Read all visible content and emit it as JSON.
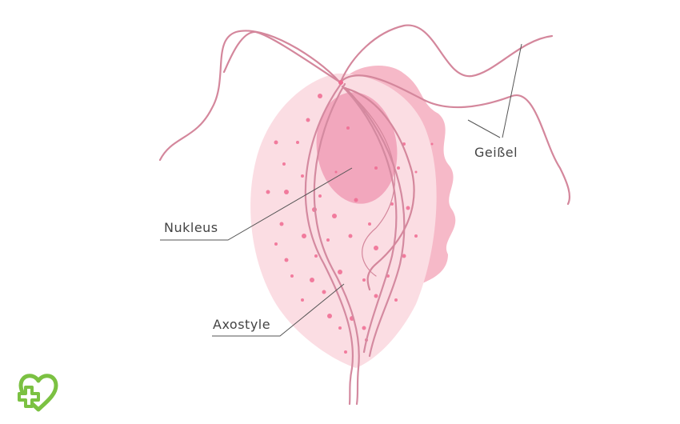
{
  "labels": {
    "nucleus": "Nukleus",
    "axostyle": "Axostyle",
    "flagella": "Geißel"
  },
  "colors": {
    "body_fill": "#fbdde3",
    "membrane_fill": "#f6b9c8",
    "nucleus_fill": "#f2a7bd",
    "flagella_stroke": "#d4879c",
    "axostyle_stroke": "#d48aa0",
    "granule": "#ef6a90",
    "leader_line": "#555555",
    "label_text": "#444444",
    "logo_green": "#7bc142"
  },
  "logo": {
    "icon": "heart-cross-logo-icon"
  }
}
